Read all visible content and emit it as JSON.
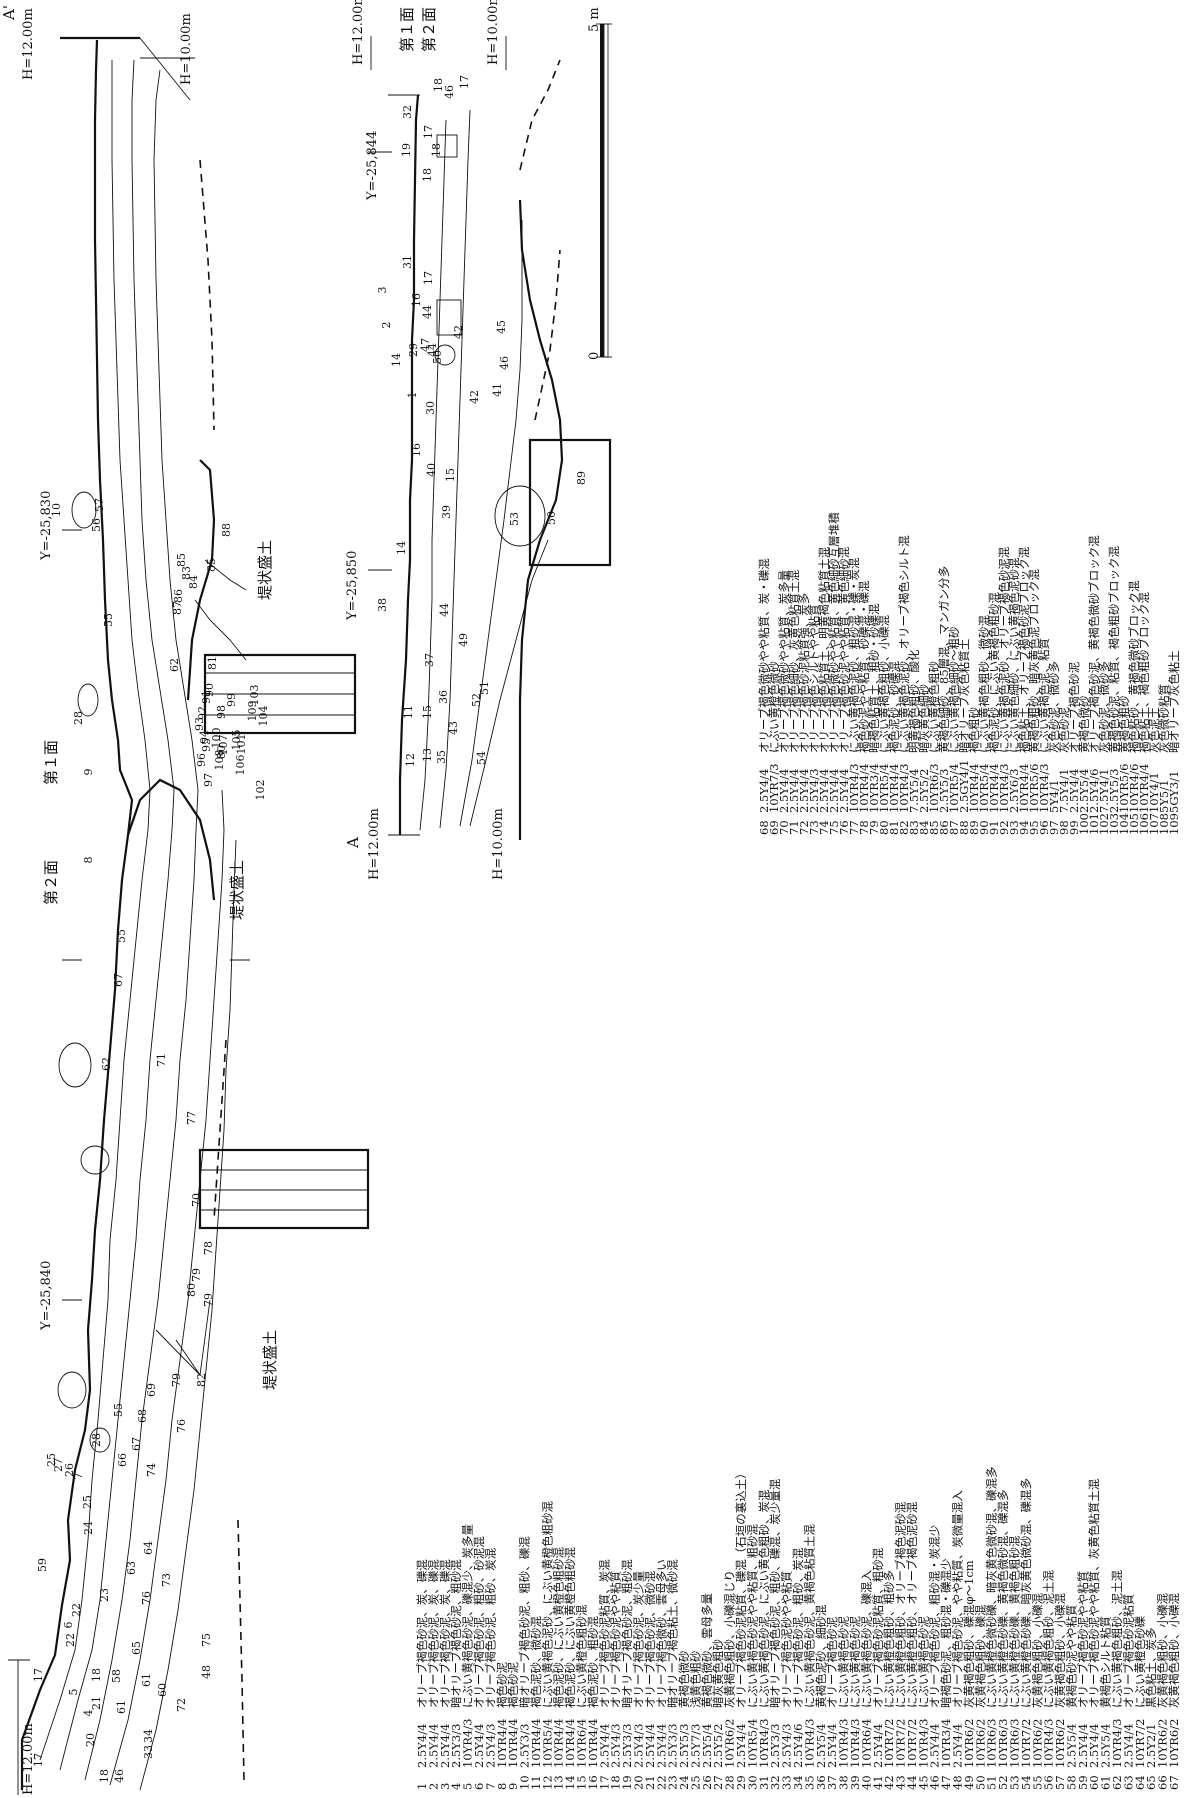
{
  "section_upper": {
    "label_a_prime": "A'",
    "h_top_left": "H=12.00m",
    "h_top_right": "H=10.00m",
    "y_marks": [
      "Y=-25,840",
      "Y=-25,830"
    ],
    "surface_1": "第１面",
    "surface_2": "第２面",
    "embankments": [
      "堤状盛土",
      "堤状盛土",
      "堤状盛土"
    ],
    "layer_numbers": [
      "46",
      "18",
      "17",
      "33",
      "34",
      "20",
      "4",
      "5",
      "21",
      "61",
      "58",
      "22",
      "6",
      "17",
      "18",
      "61",
      "65",
      "60",
      "72",
      "48",
      "75",
      "76",
      "63",
      "64",
      "73",
      "22",
      "23",
      "59",
      "24",
      "25",
      "7",
      "26",
      "27",
      "25",
      "66",
      "74",
      "67",
      "68",
      "69",
      "76",
      "79",
      "82",
      "79",
      "79",
      "78",
      "28",
      "55",
      "80",
      "70",
      "77",
      "71",
      "62",
      "67",
      "55",
      "8",
      "9",
      "28",
      "55",
      "56",
      "57",
      "10",
      "83",
      "84",
      "85",
      "85",
      "88",
      "86",
      "87",
      "62",
      "81",
      "90",
      "91",
      "92",
      "93",
      "94",
      "95",
      "96",
      "97",
      "98",
      "99",
      "100",
      "80",
      "101",
      "102",
      "103",
      "104",
      "105",
      "106",
      "107",
      "108",
      "109"
    ]
  },
  "section_lower": {
    "label_a": "A",
    "h_12": "H=12.00m",
    "h_10": "H=10.00m",
    "h_12_right": "H=12.00m",
    "h_10_right": "H=10.00m",
    "y_marks": [
      "Y=-25,850",
      "Y=-25,844"
    ],
    "surface_1": "第１面",
    "surface_2": "第２面",
    "layer_numbers": [
      "12",
      "13",
      "35",
      "54",
      "43",
      "52",
      "11",
      "15",
      "36",
      "51",
      "37",
      "49",
      "38",
      "14",
      "44",
      "39",
      "53",
      "50",
      "89",
      "40",
      "15",
      "16",
      "1",
      "14",
      "2",
      "3",
      "16",
      "42",
      "41",
      "29",
      "44",
      "30",
      "42",
      "45",
      "50",
      "46",
      "47",
      "44",
      "17",
      "31",
      "18",
      "17",
      "19",
      "18",
      "32",
      "46",
      "17",
      "18"
    ]
  },
  "scale_bar": {
    "min_label": "0",
    "max_label": "5 m"
  },
  "legend": {
    "col1": [
      {
        "no": "1",
        "code": "2.5Y4/4",
        "desc": "オリーブ褐色砂泥、炭、礫混"
      },
      {
        "no": "2",
        "code": "2.5Y4/4",
        "desc": "オリーブ褐色砂泥、炭、礫混"
      },
      {
        "no": "3",
        "code": "2.5Y4/4",
        "desc": "オリーブ褐色砂泥、炭、礫混"
      },
      {
        "no": "4",
        "code": "2.5Y3/3",
        "desc": "暗オリーブ褐色砂泥、粗砂混"
      },
      {
        "no": "5",
        "code": "10YR4/3",
        "desc": "にぶい黄褐色砂泥、礫混少、炭多量"
      },
      {
        "no": "6",
        "code": "2.5Y4/4",
        "desc": "オリーブ褐色砂泥、粗砂、砂泥混"
      },
      {
        "no": "7",
        "code": "2.5Y4/3",
        "desc": "オリーブ褐色砂泥、粗砂、炭混"
      },
      {
        "no": "8",
        "code": "10YR4/4",
        "desc": "褐色砂泥"
      },
      {
        "no": "9",
        "code": "10YR4/4",
        "desc": "褐色砂泥"
      },
      {
        "no": "10",
        "code": "2.5Y3/3",
        "desc": "暗オリーブ褐色砂泥、粗砂、礫混"
      },
      {
        "no": "11",
        "code": "10YR4/4",
        "desc": "褐色泥砂、微砂混"
      },
      {
        "no": "12",
        "code": "10YR5/4",
        "desc": "にぶい黄褐色泥砂、にぶい黄橙色粗砂混"
      },
      {
        "no": "13",
        "code": "10YR4/4",
        "desc": "褐色泥砂、にぶい黄橙色粗砂混"
      },
      {
        "no": "14",
        "code": "10YR4/4",
        "desc": "褐色泥砂、にぶい黄橙色粗砂混"
      },
      {
        "no": "15",
        "code": "10YR6/4",
        "desc": "にぶい黄橙色粗砂混"
      },
      {
        "no": "16",
        "code": "10YR4/4",
        "desc": "褐色泥砂、粗砂混"
      },
      {
        "no": "17",
        "code": "2.5Y4/4",
        "desc": "オリーブ褐色砂泥粘質、炭混"
      },
      {
        "no": "18",
        "code": "2.5Y4/3",
        "desc": "オリーブ褐色砂泥やや粘質"
      },
      {
        "no": "19",
        "code": "2.5Y3/3",
        "desc": "暗オリーブ褐色砂泥、粗砂混"
      },
      {
        "no": "20",
        "code": "2.5Y4/3",
        "desc": "オリーブ褐色砂泥、炭少量"
      },
      {
        "no": "21",
        "code": "2.5Y4/4",
        "desc": "オリーブ褐色砂泥、微砂混"
      },
      {
        "no": "22",
        "code": "2.5Y4/4",
        "desc": "オリーブ褐色微砂、雲母多い"
      },
      {
        "no": "23",
        "code": "2.5Y3/3",
        "desc": "暗オリーブ褐色粘土、微砂混"
      },
      {
        "no": "24",
        "code": "2.5Y5/3",
        "desc": "黄褐色微砂"
      },
      {
        "no": "25",
        "code": "2.5Y7/3",
        "desc": "浅黄色粗砂"
      },
      {
        "no": "26",
        "code": "2.5Y5/4",
        "desc": "黄褐色微砂、雲母多量"
      },
      {
        "no": "27",
        "code": "2.5Y5/2",
        "desc": "暗灰黄色粗砂"
      },
      {
        "no": "28",
        "code": "10YR6/2",
        "desc": "灰黄褐色粗砂、小礫混じり"
      },
      {
        "no": "29",
        "code": "2.5Y4/4",
        "desc": "オリーブ褐色砂泥粘質、礫混（石垣の裏込土）"
      },
      {
        "no": "30",
        "code": "10YR5/4",
        "desc": "にぶい黄褐色砂泥やや粘質、粗砂混"
      },
      {
        "no": "31",
        "code": "10YR4/3",
        "desc": "にぶい黄褐色砂泥、にぶい黄色粗砂、炭混"
      },
      {
        "no": "32",
        "code": "2.5Y3/3",
        "desc": "暗オリーブ褐色砂泥、粗砂、礫混、炭少量混"
      },
      {
        "no": "33",
        "code": "2.5Y4/3",
        "desc": "オリーブ褐色泥砂やや粘質"
      },
      {
        "no": "34",
        "code": "2.5Y4/6",
        "desc": "オリーブ褐色砂泥、粗砂、炭混"
      },
      {
        "no": "35",
        "code": "10YR4/3",
        "desc": "にぶい黄褐色砂泥、黄褐色粘質土混"
      },
      {
        "no": "36",
        "code": "2.5Y5/4",
        "desc": "黄褐色泥砂、細砂混"
      },
      {
        "no": "37",
        "code": "2.5Y4/4",
        "desc": "オリーブ褐色砂泥"
      }
    ],
    "col2": [
      {
        "no": "38",
        "code": "10YR4/3",
        "desc": "にぶい黄褐色砂泥"
      },
      {
        "no": "39",
        "code": "10YR4/3",
        "desc": "にぶい黄褐色砂泥"
      },
      {
        "no": "40",
        "code": "10YR6/4",
        "desc": "にぶい黄褐色砂泥、礫混入"
      },
      {
        "no": "41",
        "code": "2.5Y4/4",
        "desc": "オリーブ褐色砂泥粘質、粗砂混"
      },
      {
        "no": "42",
        "code": "10YR7/2",
        "desc": "にぶい黄橙色粗砂、粗砂多"
      },
      {
        "no": "43",
        "code": "10YR7/2",
        "desc": "にぶい黄橙色粗砂、オリーブ褐色泥砂混"
      },
      {
        "no": "44",
        "code": "10YR7/2",
        "desc": "にぶい黄橙色粗砂、オリーブ褐色泥砂混"
      },
      {
        "no": "45",
        "code": "10YR4/3",
        "desc": "にぶい黄褐色砂泥"
      },
      {
        "no": "46",
        "code": "2.5Y4/4",
        "desc": "オリーブ褐色砂泥、粗砂混・炭混少"
      },
      {
        "no": "47",
        "code": "10YR3/4",
        "desc": "暗褐色砂泥、粗砂混・礫混少"
      },
      {
        "no": "48",
        "code": "2.5Y4/4",
        "desc": "オリーブ褐色砂泥、やや粘質、炭微量混入"
      },
      {
        "no": "49",
        "code": "10YR6/2",
        "desc": "灰黄褐色粗砂、礫混φ～1cm"
      },
      {
        "no": "50",
        "code": "10YR6/2",
        "desc": "灰黄褐色粗砂、礫混"
      },
      {
        "no": "51",
        "code": "10YR6/3",
        "desc": "にぶい黄橙色微砂礫、暗灰黄色微砂混、礫混多"
      },
      {
        "no": "52",
        "code": "10YR6/3",
        "desc": "にぶい黄橙色砂礫、黄褐色微砂混、礫混多"
      },
      {
        "no": "53",
        "code": "10YR6/3",
        "desc": "にぶい黄橙色砂礫、黄褐色粗砂混"
      },
      {
        "no": "54",
        "code": "10YR7/2",
        "desc": "にぶい黄橙色砂礫、暗灰黄色微砂混、礫混多"
      },
      {
        "no": "55",
        "code": "10YR6/2",
        "desc": "灰黄褐色粗砂、小礫混"
      },
      {
        "no": "56",
        "code": "10YR4/3",
        "desc": "にぶい黄褐色粗砂、泥土混"
      },
      {
        "no": "57",
        "code": "10YR6/2",
        "desc": "灰黄褐色粗砂、小礫混"
      },
      {
        "no": "58",
        "code": "2.5Y5/4",
        "desc": "黄褐色砂泥やや粘質"
      },
      {
        "no": "59",
        "code": "2.5Y4/4",
        "desc": "オリーブ褐色砂泥やや粘質"
      },
      {
        "no": "60",
        "code": "2.5Y4/4",
        "desc": "オリーブ褐色砂泥やや粘質、灰黄色粘質土混"
      },
      {
        "no": "61",
        "code": "2.5Y5/4",
        "desc": "黄褐色シルト粘質"
      },
      {
        "no": "62",
        "code": "10YR4/3",
        "desc": "にぶい黄褐色粗砂、泥土混"
      },
      {
        "no": "63",
        "code": "2.5Y4/4",
        "desc": "オリーブ褐色砂泥粘質"
      },
      {
        "no": "64",
        "code": "10YR7/2",
        "desc": "にぶい黄橙色砂礫"
      },
      {
        "no": "65",
        "code": "2.5Y2/1",
        "desc": "黒色粘土、炭多"
      },
      {
        "no": "66",
        "code": "10YR6/2",
        "desc": "灰黄褐色粗砂、小礫混"
      },
      {
        "no": "67",
        "code": "10YR6/2",
        "desc": "灰黄褐色粗砂、小礫混"
      }
    ],
    "col3": [
      {
        "no": "68",
        "code": "2.5Y4/4",
        "desc": "オリーブ褐色微砂やや粘質、炭・礫混"
      },
      {
        "no": "69",
        "code": "10YR7/3",
        "desc": "にぶい黄橙色微砂"
      },
      {
        "no": "70",
        "code": "2.5Y4/4",
        "desc": "オリーブ褐色微砂やや粘質、炭多量"
      },
      {
        "no": "71",
        "code": "2.5Y4/4",
        "desc": "オリーブ褐色細砂、灰黄色粘質土混"
      },
      {
        "no": "72",
        "code": "2.5Y4/4",
        "desc": "オリーブ褐色砂泥粘質強、炭多"
      },
      {
        "no": "73",
        "code": "2.5Y4/3",
        "desc": "オリーブ褐色シルトやや粘質"
      },
      {
        "no": "74",
        "code": "2.5Y4/4",
        "desc": "オリーブ褐色粘質土、明黄褐色粘質土混"
      },
      {
        "no": "75",
        "code": "2.5Y4/4",
        "desc": "オリーブ褐色微砂やや粘質、黄色細砂互層堆積"
      },
      {
        "no": "76",
        "code": "2.5Y4/4",
        "desc": "オリーブ褐色砂泥やや粘質、黄色細砂混"
      },
      {
        "no": "77",
        "code": "10YR4/3",
        "desc": "にぶい黄褐色泥砂、粗砂混・礫・炭混"
      },
      {
        "no": "78",
        "code": "10YR4/4",
        "desc": "褐色砂泥やや粘質、砂礫混・礫混"
      },
      {
        "no": "79",
        "code": "10YR3/4",
        "desc": "暗褐色粘質土、粗砂・砂礫混"
      },
      {
        "no": "80",
        "code": "10YR5/4",
        "desc": "にぶい黄褐色粗砂、小礫混"
      },
      {
        "no": "81",
        "code": "10YR4/4",
        "desc": "褐色泥砂、砂礫混"
      },
      {
        "no": "82",
        "code": "10YR4/3",
        "desc": "にぶい黄褐色泥砂、オリーブ褐色シルト混"
      },
      {
        "no": "83",
        "code": "7.5Y5/4",
        "desc": "明黄褐色粗砂、酸化"
      },
      {
        "no": "84",
        "code": "2.5Y5/2",
        "desc": "暗灰黄色細砂"
      },
      {
        "no": "85",
        "code": "10YR6/3",
        "desc": "にぶい黄橙色粗砂"
      },
      {
        "no": "86",
        "code": "2.5Y5/3",
        "desc": "黄褐色細砂、85層混、マンガン分多"
      },
      {
        "no": "87",
        "code": "10YR5/4",
        "desc": "にぶい黄褐色細砂～粗砂"
      },
      {
        "no": "88",
        "code": "2.5GY4/1",
        "desc": "暗オリーブ灰色粘質土"
      }
    ],
    "col4": [
      {
        "no": "89",
        "code": "10YR4/4",
        "desc": "褐色粗砂"
      },
      {
        "no": "90",
        "code": "10YR5/4",
        "desc": "にぶい黄褐色粗砂、微砂混"
      },
      {
        "no": "91",
        "code": "10YR4/4",
        "desc": "褐色泥砂、にぶい黄褐色粗砂混"
      },
      {
        "no": "92",
        "code": "10YR4/3",
        "desc": "にぶい黄褐色泥砂、オリーブ褐色砂泥混"
      },
      {
        "no": "93",
        "code": "2.5Y6/3",
        "desc": "にぶい黄色細砂、にぶい黄褐色泥砂混"
      },
      {
        "no": "94",
        "code": "10YR4/4",
        "desc": "褐色粘土、オリーブ褐色砂泥ブロック混"
      },
      {
        "no": "95",
        "code": "10YR5/6",
        "desc": "黄褐色粗砂、暗灰黄色泥ブロック混"
      },
      {
        "no": "96",
        "code": "10YR4/3",
        "desc": "にぶい黄褐色泥、粘質"
      },
      {
        "no": "97",
        "code": "5Y4/1",
        "desc": "灰色砂泥、微砂多"
      },
      {
        "no": "98",
        "code": "7.5Y4/1",
        "desc": "灰色砂泥"
      },
      {
        "no": "99",
        "code": "2.5Y4/4",
        "desc": "オリーブ褐色砂泥"
      },
      {
        "no": "100",
        "code": "2.5Y5/4",
        "desc": "黄褐色微砂"
      },
      {
        "no": "101",
        "code": "2.5Y4/6",
        "desc": "オリーブ褐色砂泥、黄褐色微砂ブロック混"
      },
      {
        "no": "102",
        "code": "7.5Y4/1",
        "desc": "灰色砂泥、微砂多"
      },
      {
        "no": "103",
        "code": "2.5Y5/3",
        "desc": "黄褐色砂泥、粘質、褐色粗砂ブロック混"
      },
      {
        "no": "104",
        "code": "10YR5/6",
        "desc": "黄褐色粗砂"
      },
      {
        "no": "105",
        "code": "10YR4/6",
        "desc": "褐色粘砂、黄褐色微砂ブロック混"
      },
      {
        "no": "106",
        "code": "10YR4/4",
        "desc": "褐色粘土、褐色粗砂ブロック混"
      },
      {
        "no": "107",
        "code": "10Y4/1",
        "desc": "灰色泥土"
      },
      {
        "no": "108",
        "code": "5Y5/1",
        "desc": "灰色微砂粘質"
      },
      {
        "no": "109",
        "code": "5GY3/1",
        "desc": "暗オリーブ灰色粘土"
      }
    ]
  }
}
